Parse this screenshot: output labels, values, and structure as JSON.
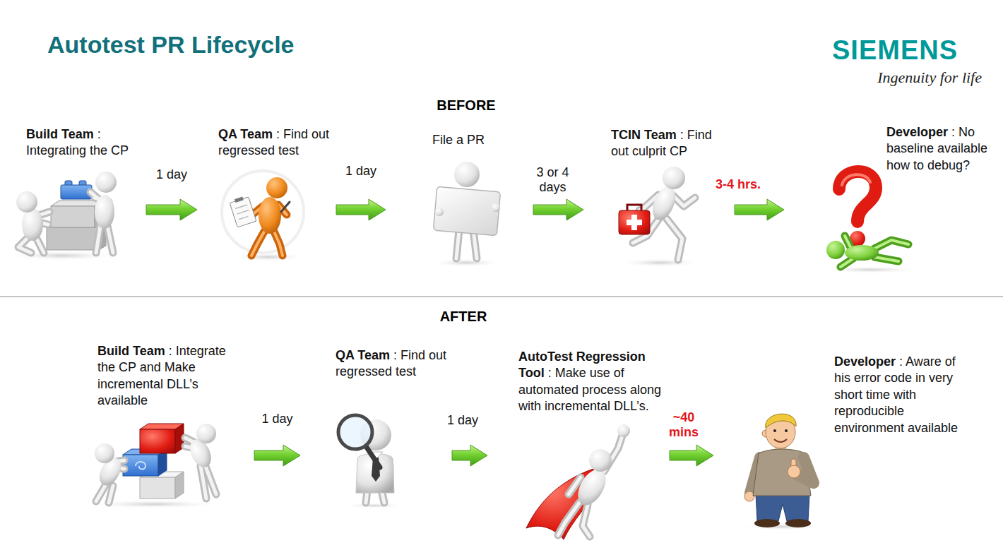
{
  "diagram": {
    "title": "Autotest PR Lifecycle",
    "nodes": [
      {
        "text": [
          "Build Team",
          ": Integrating the CP"
        ]
      },
      {
        "text": [
          "QA Team",
          ": Find out regressed test"
        ]
      },
      {
        "text": [
          "File a PR"
        ]
      },
      {
        "text": [
          "TCIN Team",
          ": Find out culprit CP"
        ]
      },
      {
        "text": [
          "Developer",
          ": No baseline available how to debug?"
        ]
      },
      {
        "text": [
          "Build Team",
          ": Integrate the CP and Make incremental DLL’s available"
        ]
      },
      {
        "text": [
          "QA Team",
          ": Find out regressed test"
        ]
      },
      {
        "text": [
          "AutoTest Regression Tool",
          ": Make use of automated process along with incremental DLL’s."
        ]
      },
      {
        "text": [
          "Developer",
          ": Aware of his error code in very short time with reproducible environment available"
        ]
      }
    ],
    "edges": [
      {
        "from": 0,
        "to": 1,
        "label": "1 day",
        "arrow": "to"
      },
      {
        "from": 1,
        "to": 2,
        "label": "1 day",
        "arrow": "to"
      },
      {
        "from": 2,
        "to": 3,
        "label": "3 or 4 days",
        "arrow": "to"
      },
      {
        "from": 3,
        "to": 4,
        "label": "3-4 hrs.",
        "arrow": "to"
      },
      {
        "from": 5,
        "to": 6,
        "label": "1 day",
        "arrow": "to"
      },
      {
        "from": 6,
        "to": 7,
        "label": "1 day",
        "arrow": "to"
      },
      {
        "from": 7,
        "to": 8,
        "label": "~40 mins",
        "arrow": "to"
      }
    ],
    "labels": [
      "SIEMENS",
      "Ingenuity for life",
      "BEFORE",
      "AFTER"
    ]
  }
}
